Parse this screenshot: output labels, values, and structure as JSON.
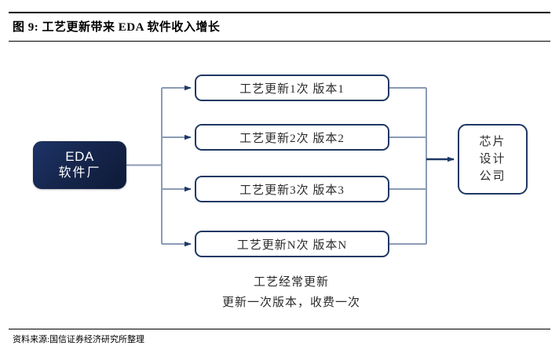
{
  "header": {
    "title": "图 9:  工艺更新带来 EDA 软件收入增长"
  },
  "footer": {
    "source": "资料来源:国信证券经济研究所整理"
  },
  "diagram": {
    "type": "flow-diagram",
    "source_node": {
      "line_en": "EDA",
      "line_cn": "软件厂"
    },
    "steps": [
      {
        "label": "工艺更新1次  版本1"
      },
      {
        "label": "工艺更新2次  版本2"
      },
      {
        "label": "工艺更新3次  版本3"
      },
      {
        "label": "工艺更新N次  版本N"
      }
    ],
    "target_node": {
      "line1": "芯片",
      "line2": "设计",
      "line3": "公司"
    },
    "caption": {
      "line1": "工艺经常更新",
      "line2": "更新一次版本，收费一次"
    },
    "colors": {
      "node_border": "#1f3864",
      "connector": "#8a9bb5",
      "arrow": "#1f3864",
      "source_fill_dark": "#0e1a38",
      "source_fill_light": "#1d3468",
      "text": "#2b2b2b",
      "rule": "#000000"
    }
  }
}
